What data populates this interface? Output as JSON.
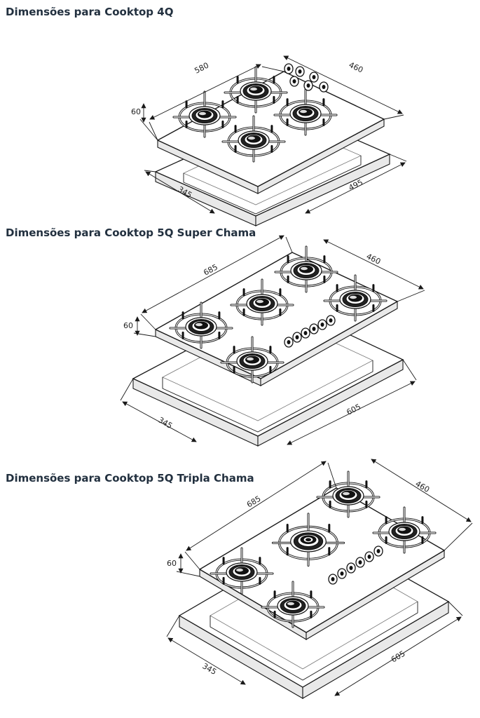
{
  "sections": [
    {
      "title": "Dimensões para Cooktop 4Q",
      "dims": {
        "width": "580",
        "depth": "460",
        "height": "60",
        "cut_depth": "345",
        "cut_width": "495"
      }
    },
    {
      "title": "Dimensões para Cooktop 5Q Super Chama",
      "dims": {
        "width": "685",
        "depth": "460",
        "height": "60",
        "cut_depth": "345",
        "cut_width": "605"
      }
    },
    {
      "title": "Dimensões para Cooktop 5Q Tripla Chama",
      "dims": {
        "width": "685",
        "depth": "460",
        "height": "60",
        "cut_depth": "345",
        "cut_width": "605"
      }
    }
  ],
  "colors": {
    "title": "#22303f",
    "line": "#1a1a1a"
  },
  "icons": [
    "burner-icon",
    "triple-burner-icon",
    "knob-icon",
    "dimension-arrow-icon"
  ]
}
